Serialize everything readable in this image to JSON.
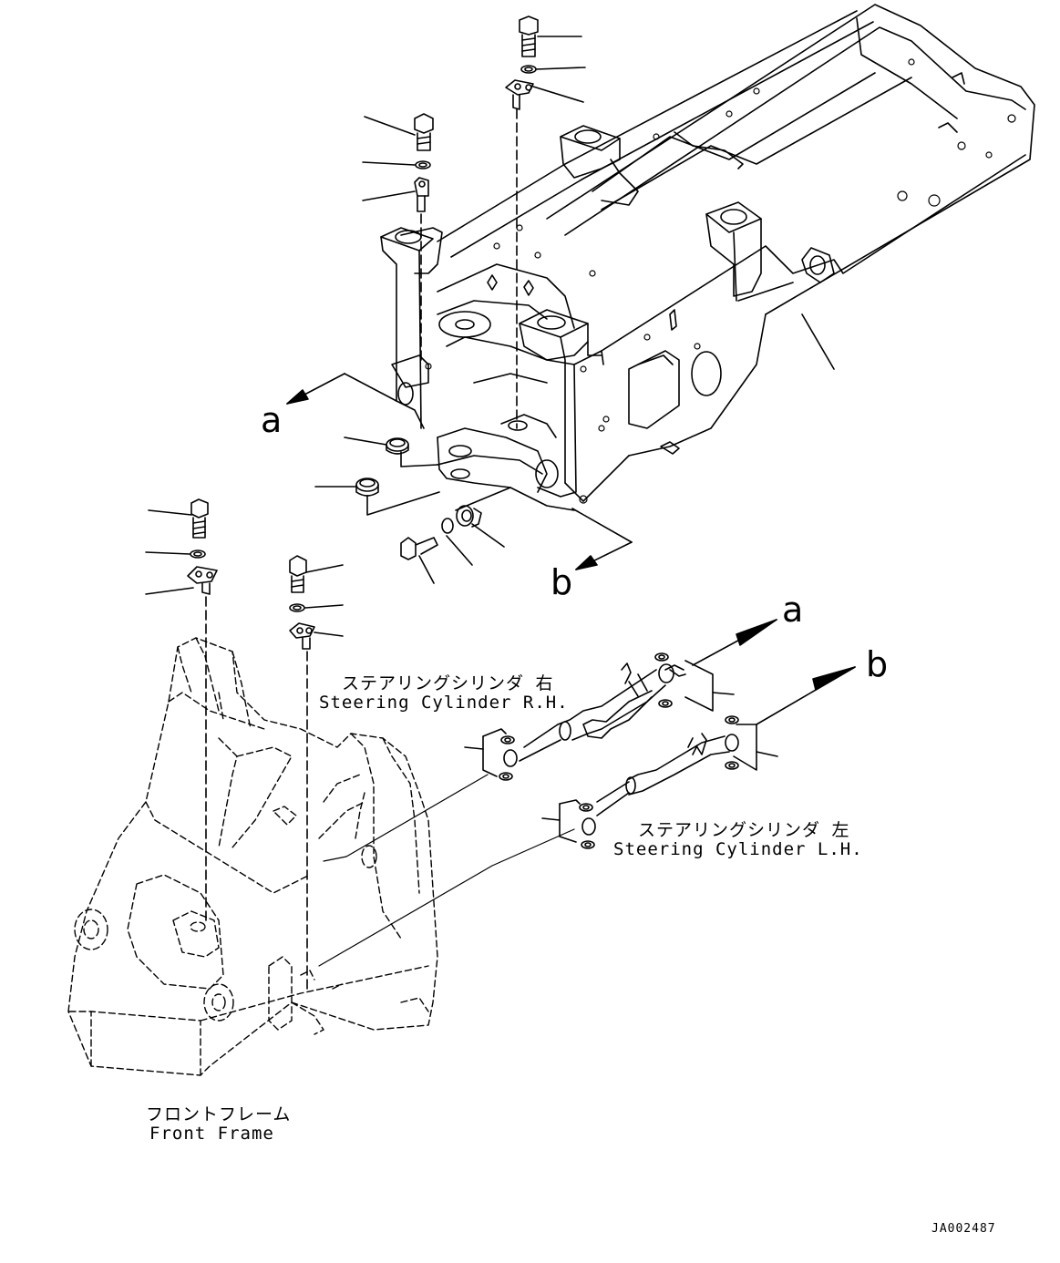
{
  "labels": {
    "steering_rh_jp": "ステアリングシリンダ 右",
    "steering_rh_en": "Steering Cylinder R.H.",
    "steering_lh_jp": "ステアリングシリンダ 左",
    "steering_lh_en": "Steering Cylinder L.H.",
    "front_frame_jp": "フロントフレーム",
    "front_frame_en": "Front Frame"
  },
  "view_refs": {
    "a_top": "a",
    "b_top": "b",
    "a_right": "a",
    "b_right": "b"
  },
  "drawing_code": "JA002487",
  "colors": {
    "line": "#000000",
    "background": "#ffffff"
  }
}
